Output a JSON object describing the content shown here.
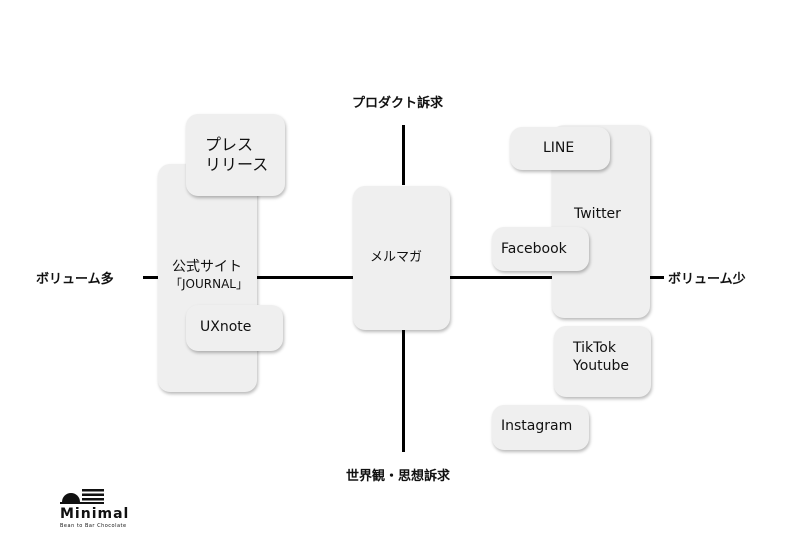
{
  "axes": {
    "top": "プロダクト訴求",
    "bottom": "世界観・思想訴求",
    "left": "ボリューム多",
    "right": "ボリューム少"
  },
  "nodes": {
    "press": [
      "プレス",
      "リリース"
    ],
    "official_site": [
      "公式サイト",
      "「JOURNAL」"
    ],
    "uxnote": "UXnote",
    "mailmag": "メルマガ",
    "line": "LINE",
    "twitter": "Twitter",
    "facebook": "Facebook",
    "tiktok": [
      "TikTok",
      "Youtube"
    ],
    "instagram": "Instagram"
  },
  "logo": {
    "name": "Minimal",
    "tagline": "Bean to Bar Chocolate"
  }
}
